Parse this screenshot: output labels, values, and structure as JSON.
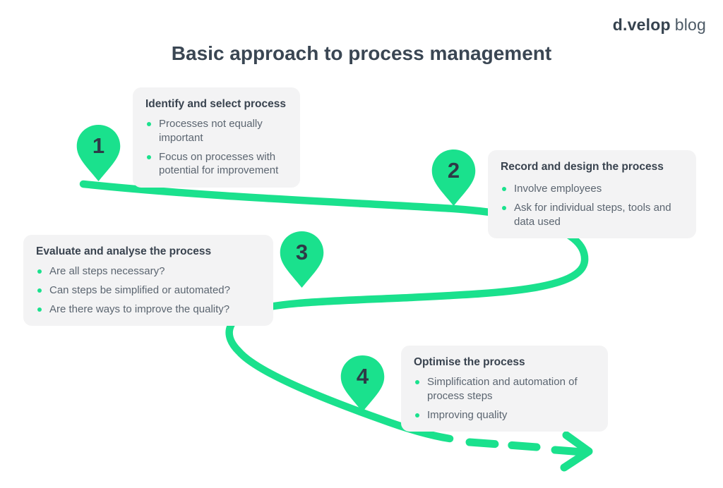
{
  "logo": {
    "bold": "d.velop",
    "light": "blog"
  },
  "title": "Basic approach to process management",
  "colors": {
    "accent_green": "#1ae18d",
    "dark_slate": "#3a4653",
    "body_text": "#5b6570",
    "card_background": "#f3f3f4"
  },
  "steps": [
    {
      "number": "1",
      "title": "Identify and select process",
      "bullets": [
        "Processes not equally important",
        "Focus on processes with potential for improvement"
      ]
    },
    {
      "number": "2",
      "title": "Record and design the process",
      "bullets": [
        "Involve employees",
        "Ask for individual steps, tools and data used"
      ]
    },
    {
      "number": "3",
      "title": "Evaluate and analyse the process",
      "bullets": [
        "Are all steps necessary?",
        "Can steps be simplified or automated?",
        "Are there ways to improve the quality?"
      ]
    },
    {
      "number": "4",
      "title": "Optimise the process",
      "bullets": [
        "Simplification and automation of process steps",
        "Improving quality"
      ]
    }
  ]
}
